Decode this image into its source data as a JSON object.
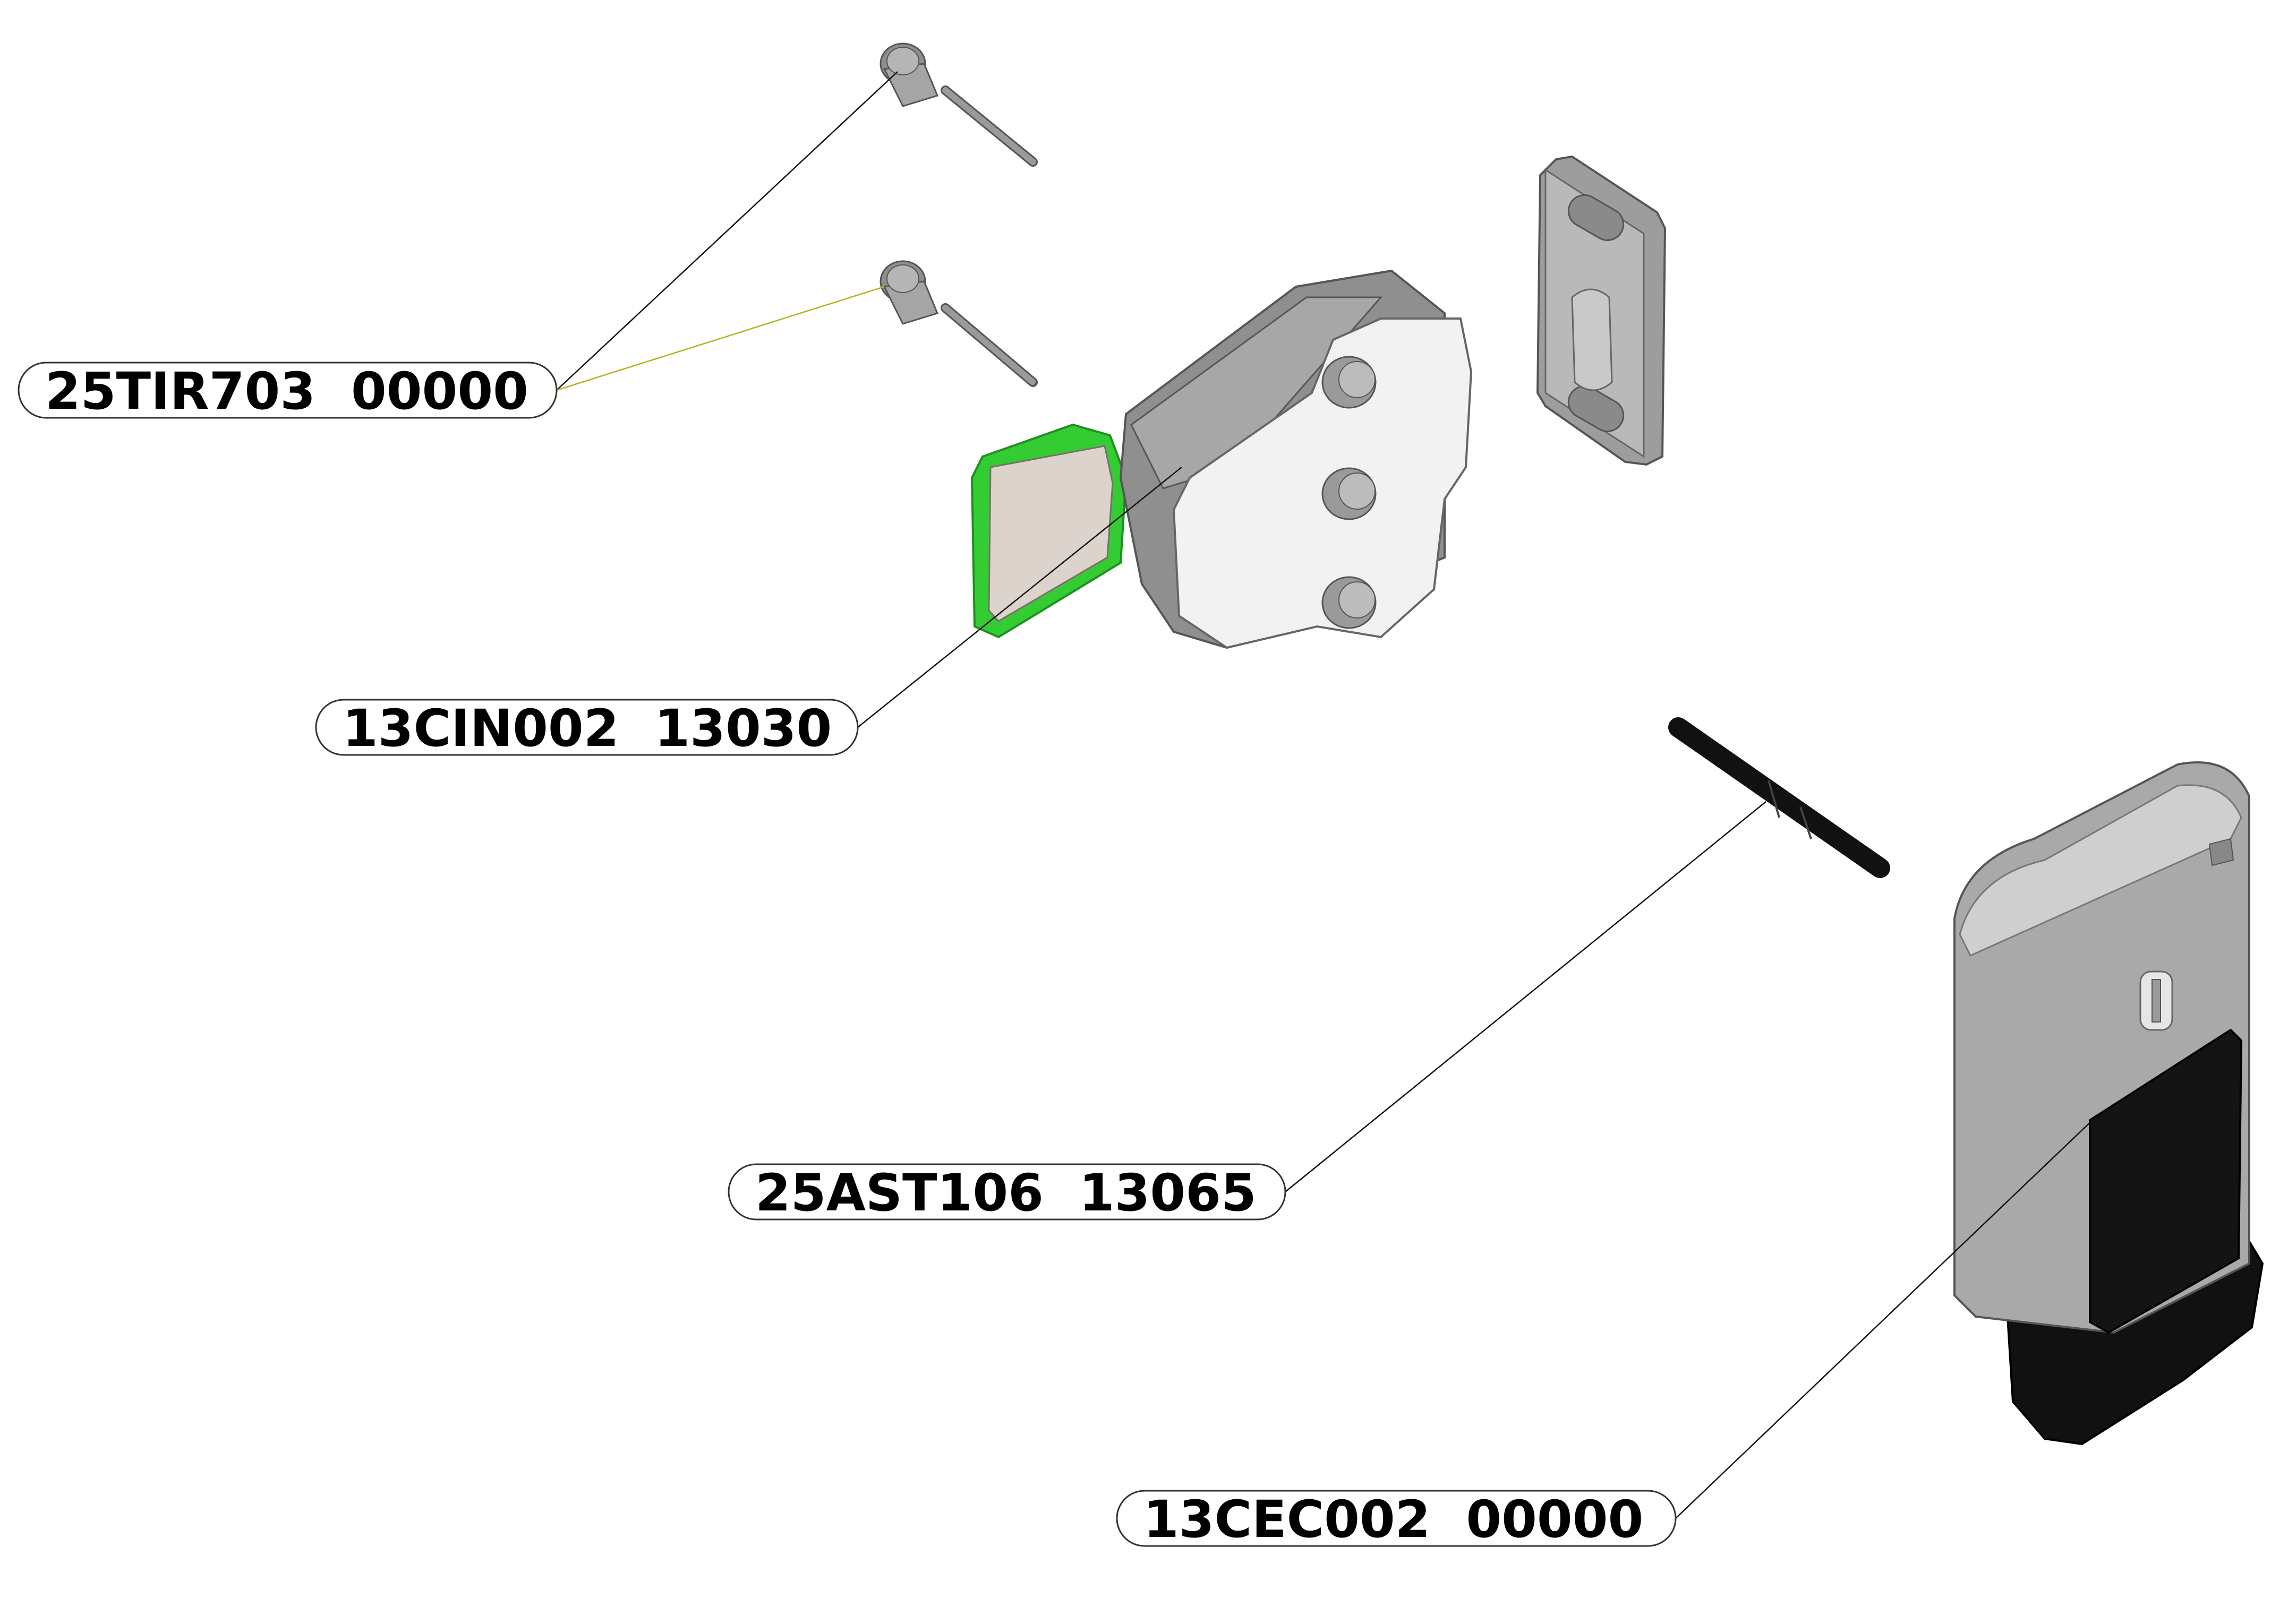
{
  "labels": {
    "screws": "25TIR703  00000",
    "latch": "13CIN002  13030",
    "shaft": "25AST106  13065",
    "handle_housing": "13CEC002  00000"
  },
  "colors": {
    "gray_dark": "#8c8c8c",
    "gray_mid": "#a9a9a9",
    "gray_light": "#cfcfcf",
    "white_part": "#f2f2f2",
    "highlight_green": "#33cc33",
    "pad_beige": "#dcd3cc",
    "black_part": "#111111",
    "screw_leader_yellow": "#b3b31a"
  }
}
